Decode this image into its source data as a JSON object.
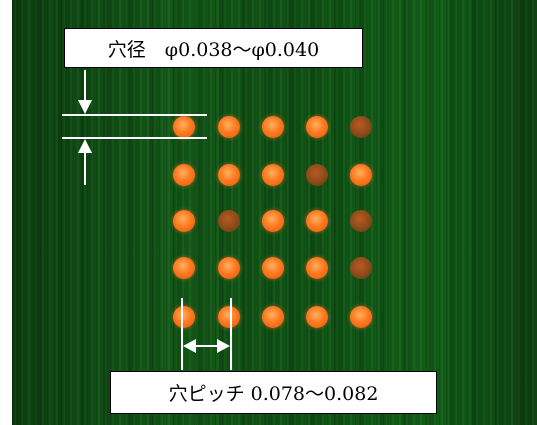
{
  "labels": {
    "hole_diameter": "穴径　φ0.038～φ0.040",
    "hole_pitch": "穴ピッチ 0.078～0.082"
  },
  "colors": {
    "background": "#0f5214",
    "hole_bright": "#ff7a20",
    "hole_dark": "#8a4a18",
    "dimension_lines": "#ffffff"
  },
  "hole_grid": {
    "rows": 5,
    "columns": 5,
    "pattern": [
      [
        "bright",
        "bright",
        "bright",
        "bright",
        "dark"
      ],
      [
        "bright",
        "bright",
        "bright",
        "dark",
        "bright"
      ],
      [
        "bright",
        "dark",
        "bright",
        "bright",
        "dark"
      ],
      [
        "bright",
        "bright",
        "bright",
        "bright",
        "dark"
      ],
      [
        "bright",
        "bright",
        "bright",
        "bright",
        "bright"
      ]
    ]
  }
}
